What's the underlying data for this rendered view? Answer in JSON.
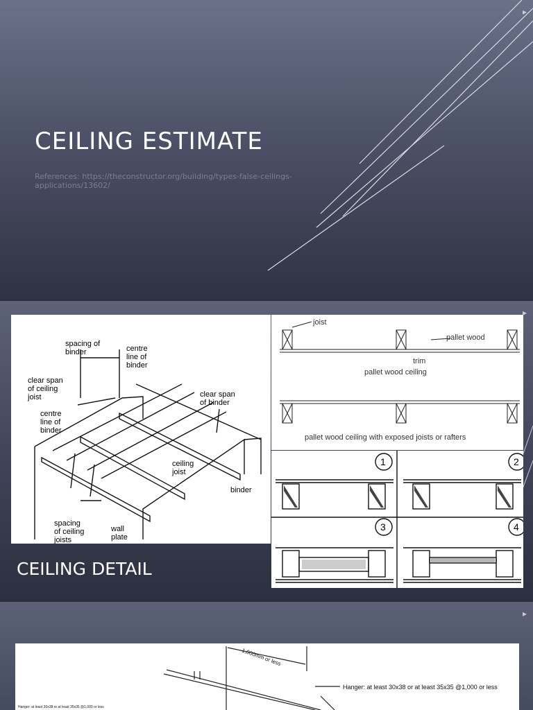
{
  "slide1": {
    "title": "CEILING ESTIMATE",
    "references": "References: https://theconstructor.org/building/types-false-ceilings-applications/13602/"
  },
  "slide2": {
    "title": "CEILING DETAIL",
    "left_diagram": {
      "spacing_of_binder": [
        "spacing of",
        "binder"
      ],
      "centre_line_top": [
        "centre",
        "line of",
        "binder"
      ],
      "clear_span_joist": [
        "clear span",
        "of ceiling",
        "joist"
      ],
      "clear_span_binder": [
        "clear span",
        "of binder"
      ],
      "centre_line_left": [
        "centre",
        "line of",
        "binder"
      ],
      "ceiling_joist": [
        "ceiling",
        "joist"
      ],
      "binder": "binder",
      "spacing_joists": [
        "spacing",
        "of ceiling",
        "joists"
      ],
      "wall_plate": [
        "wall",
        "plate"
      ]
    },
    "right_diagram": {
      "joist": "joist",
      "pallet_wood": "pallet wood",
      "trim": "trim",
      "caption1": "pallet wood ceiling",
      "caption2": "pallet wood ceiling with exposed joists or rafters",
      "numbers": [
        "1",
        "2",
        "3",
        "4"
      ]
    }
  },
  "slide3": {
    "dimension": "1,000mm or less",
    "hanger_right": "Hanger: at least 30x38 or at least 35x35 @1,000 or less",
    "hanger_left": "Hanger: at least 30x38 or at least 35x35 @1,000 or less"
  }
}
